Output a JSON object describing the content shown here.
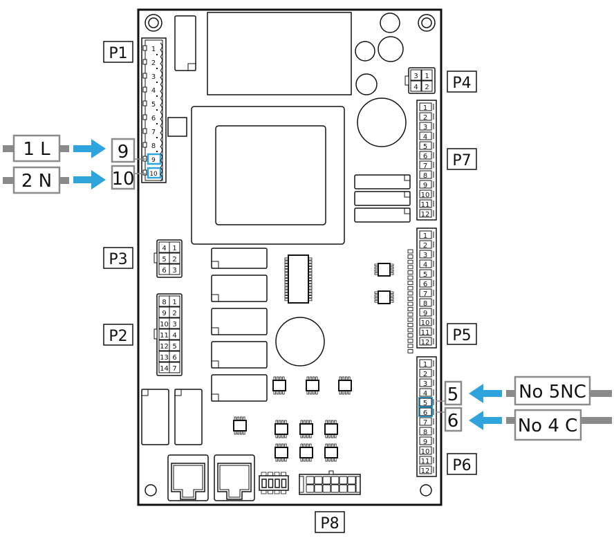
{
  "title": "Control board wiring diagram",
  "colors": {
    "highlight": "#2fa3dc",
    "wire": "#8a8a8a",
    "outline": "#111111",
    "board": "#ffffff"
  },
  "connector_labels": {
    "p1": "P1",
    "p2": "P2",
    "p3": "P3",
    "p4": "P4",
    "p5": "P5",
    "p6": "P6",
    "p7": "P7",
    "p8": "P8"
  },
  "p1": {
    "pins": [
      "1",
      "2",
      "3",
      "4",
      "5",
      "6",
      "7",
      "8",
      "9",
      "10"
    ],
    "highlighted_pins": [
      "9",
      "10"
    ]
  },
  "p3": {
    "left": [
      "4",
      "5",
      "6"
    ],
    "right": [
      "1",
      "2",
      "3"
    ]
  },
  "p2": {
    "left": [
      "8",
      "9",
      "10",
      "11",
      "12",
      "13",
      "14"
    ],
    "right": [
      "1",
      "2",
      "3",
      "4",
      "5",
      "6",
      "7"
    ]
  },
  "p4": {
    "top": [
      "3",
      "1"
    ],
    "bottom": [
      "4",
      "2"
    ]
  },
  "p7": {
    "pins": [
      "1",
      "2",
      "3",
      "4",
      "5",
      "6",
      "7",
      "8",
      "9",
      "10",
      "11",
      "12"
    ]
  },
  "p5": {
    "pins": [
      "1",
      "2",
      "3",
      "4",
      "5",
      "6",
      "7",
      "8",
      "9",
      "10",
      "11",
      "12"
    ]
  },
  "p6": {
    "pins": [
      "1",
      "2",
      "3",
      "4",
      "5",
      "6",
      "7",
      "8",
      "9",
      "10",
      "11",
      "12"
    ],
    "highlighted_pins": [
      "5",
      "6"
    ]
  },
  "wires_left": [
    {
      "wire_label": "1 L",
      "terminal": "9"
    },
    {
      "wire_label": "2 N",
      "terminal": "10"
    }
  ],
  "wires_right": [
    {
      "wire_label": "No 5NC",
      "terminal": "5"
    },
    {
      "wire_label": "No 4 C",
      "terminal": "6"
    }
  ]
}
